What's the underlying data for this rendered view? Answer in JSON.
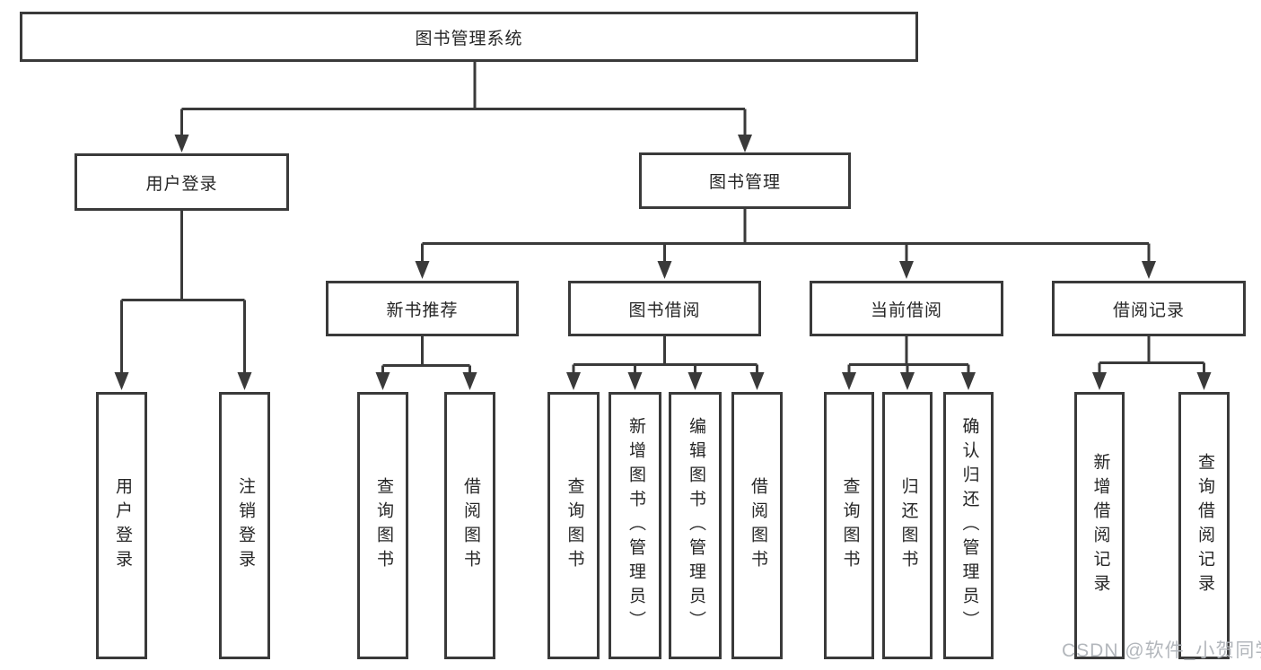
{
  "diagram": {
    "type": "tree",
    "title": "图书管理系统",
    "watermark": "CSDN @软件_小贺同学",
    "colors": {
      "line": "#3a3a3a",
      "box_border": "#3a3a3a",
      "box_background": "#ffffff",
      "text": "#262626",
      "watermark": "#b3b7bc"
    },
    "hierarchy": {
      "root": [
        "user_login",
        "book_management"
      ],
      "user_login": [
        "login",
        "logout"
      ],
      "book_management": [
        "new_book_recommend",
        "book_borrow",
        "current_borrow",
        "borrow_record"
      ],
      "new_book_recommend": [
        "nbr_query_book",
        "nbr_borrow_book"
      ],
      "book_borrow": [
        "bb_query_book",
        "bb_add_book",
        "bb_edit_book",
        "bb_borrow_book"
      ],
      "current_borrow": [
        "cb_query_book",
        "cb_return_book",
        "cb_confirm_return"
      ],
      "borrow_record": [
        "br_add_record",
        "br_query_record"
      ]
    }
  },
  "nodes": {
    "root": {
      "label": "图书管理系统"
    },
    "user_login": {
      "label": "用户登录"
    },
    "book_management": {
      "label": "图书管理"
    },
    "login": {
      "label": "用户登录"
    },
    "logout": {
      "label": "注销登录"
    },
    "new_book_recommend": {
      "label": "新书推荐"
    },
    "book_borrow": {
      "label": "图书借阅"
    },
    "current_borrow": {
      "label": "当前借阅"
    },
    "borrow_record": {
      "label": "借阅记录"
    },
    "nbr_query_book": {
      "label": "查询图书"
    },
    "nbr_borrow_book": {
      "label": "借阅图书"
    },
    "bb_query_book": {
      "label": "查询图书"
    },
    "bb_add_book": {
      "label": "新增图书（管理员）"
    },
    "bb_edit_book": {
      "label": "编辑图书（管理员）"
    },
    "bb_borrow_book": {
      "label": "借阅图书"
    },
    "cb_query_book": {
      "label": "查询图书"
    },
    "cb_return_book": {
      "label": "归还图书"
    },
    "cb_confirm_return": {
      "label": "确认归还（管理员）"
    },
    "br_add_record": {
      "label": "新增借阅记录"
    },
    "br_query_record": {
      "label": "查询借阅记录"
    }
  }
}
